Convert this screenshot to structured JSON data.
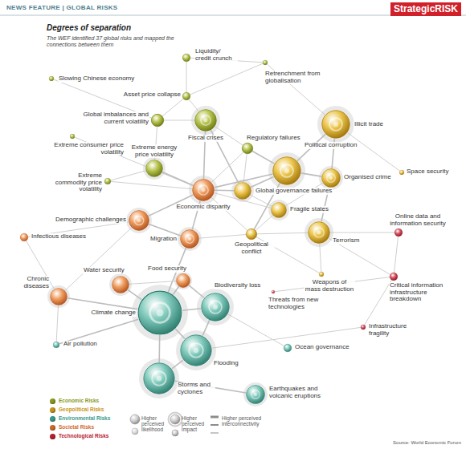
{
  "diagram": {
    "title": "Degrees of separation",
    "caption": "The WEF identified 37 global risks and mapped the connections between them",
    "nodes": [
      {
        "text": [
          "Liquidity/ credit crunch"
        ]
      },
      {
        "text": [
          "Asset price collapse"
        ]
      },
      {
        "text": [
          "Slowing Chinese economy"
        ]
      },
      {
        "text": [
          "Retrenchment from globalisation"
        ]
      },
      {
        "text": [
          "Global imbalances and current volatility"
        ]
      },
      {
        "text": [
          "Fiscal crises"
        ]
      },
      {
        "text": [
          "Extreme consumer price volatility"
        ]
      },
      {
        "text": [
          "Extreme energy price volatility"
        ]
      },
      {
        "text": [
          "Extreme commodity price volatility"
        ]
      },
      {
        "text": [
          "Regulatory failures"
        ]
      },
      {
        "text": [
          "Economic disparity"
        ]
      },
      {
        "text": [
          "Illicit trade"
        ]
      },
      {
        "text": [
          "Political corruption"
        ]
      },
      {
        "text": [
          "Organised crime"
        ]
      },
      {
        "text": [
          "Global governance failures"
        ]
      },
      {
        "text": [
          "Fragile states"
        ]
      },
      {
        "text": [
          "Geopolitical conflict"
        ]
      },
      {
        "text": [
          "Terrorism"
        ]
      },
      {
        "text": [
          "Weapons of mass destruction"
        ]
      },
      {
        "text": [
          "Space security"
        ]
      },
      {
        "text": [
          "Online data and information security"
        ]
      },
      {
        "text": [
          "Critical information infrastructure breakdown"
        ]
      },
      {
        "text": [
          "Threats from new technologies"
        ]
      },
      {
        "text": [
          "Infrastructure fragility"
        ]
      },
      {
        "text": [
          "Demographic challenges"
        ]
      },
      {
        "text": [
          "Migration"
        ]
      },
      {
        "text": [
          "Infectious diseases"
        ]
      },
      {
        "text": [
          "Chronic diseases"
        ]
      },
      {
        "text": [
          "Water security"
        ]
      },
      {
        "text": [
          "Food security"
        ]
      },
      {
        "text": [
          "Biodiversity loss"
        ]
      },
      {
        "text": [
          "Climate change"
        ]
      },
      {
        "text": [
          "Air pollution"
        ]
      },
      {
        "text": [
          "Flooding"
        ]
      },
      {
        "text": [
          "Storms and cyclones"
        ]
      },
      {
        "text": [
          "Ocean governance"
        ]
      },
      {
        "text": [
          "Earthquakes and volcanic eruptions"
        ]
      }
    ],
    "edges": [
      {
        "from": 0,
        "to": 1,
        "arrow": "none"
      },
      {
        "from": 0,
        "to": 3,
        "arrow": "none"
      },
      {
        "from": 1,
        "to": 3,
        "arrow": "none"
      },
      {
        "from": 1,
        "to": 4,
        "arrow": "none"
      },
      {
        "from": 1,
        "to": 5,
        "arrow": "none"
      },
      {
        "from": 2,
        "to": 4,
        "arrow": "none"
      },
      {
        "from": 4,
        "to": 5,
        "arrow": "none"
      },
      {
        "from": 4,
        "to": 7,
        "arrow": "none"
      },
      {
        "from": 5,
        "to": 9,
        "arrow": "none"
      },
      {
        "from": 5,
        "to": 10,
        "arrow": "none"
      },
      {
        "from": 5,
        "to": 14,
        "arrow": "none"
      },
      {
        "from": 6,
        "to": 10,
        "arrow": "none"
      },
      {
        "from": 7,
        "to": 10,
        "arrow": "none"
      },
      {
        "from": 7,
        "to": 8,
        "arrow": "none"
      },
      {
        "from": 8,
        "to": 10,
        "arrow": "none"
      },
      {
        "from": 9,
        "to": 10,
        "arrow": "none"
      },
      {
        "from": 9,
        "to": 12,
        "arrow": "none"
      },
      {
        "from": 9,
        "to": 14,
        "arrow": "none"
      },
      {
        "from": 3,
        "to": 11,
        "arrow": "none"
      },
      {
        "from": 11,
        "to": 12,
        "arrow": "none"
      },
      {
        "from": 11,
        "to": 13,
        "arrow": "none"
      },
      {
        "from": 12,
        "to": 13,
        "arrow": "none"
      },
      {
        "from": 12,
        "to": 14,
        "arrow": "none"
      },
      {
        "from": 12,
        "to": 10,
        "arrow": "none"
      },
      {
        "from": 13,
        "to": 15,
        "arrow": "none"
      },
      {
        "from": 13,
        "to": 17,
        "arrow": "none"
      },
      {
        "from": 14,
        "to": 15,
        "arrow": "none"
      },
      {
        "from": 14,
        "to": 10,
        "arrow": "none"
      },
      {
        "from": 15,
        "to": 16,
        "arrow": "none"
      },
      {
        "from": 16,
        "to": 17,
        "arrow": "none"
      },
      {
        "from": 16,
        "to": 18,
        "arrow": "none"
      },
      {
        "from": 17,
        "to": 18,
        "arrow": "none"
      },
      {
        "from": 16,
        "to": 12,
        "arrow": "none"
      },
      {
        "from": 10,
        "to": 15,
        "arrow": "none"
      },
      {
        "from": 10,
        "to": 16,
        "arrow": "none"
      },
      {
        "from": 10,
        "to": 24,
        "arrow": "none"
      },
      {
        "from": 10,
        "to": 25,
        "arrow": "none"
      },
      {
        "from": 24,
        "to": 25,
        "arrow": "none"
      },
      {
        "from": 24,
        "to": 26,
        "arrow": "none"
      },
      {
        "from": 24,
        "to": 27,
        "arrow": "none"
      },
      {
        "from": 25,
        "to": 16,
        "arrow": "none"
      },
      {
        "from": 25,
        "to": 31,
        "arrow": "none"
      },
      {
        "from": 26,
        "to": 27,
        "arrow": "none"
      },
      {
        "from": 27,
        "to": 31,
        "arrow": "none"
      },
      {
        "from": 27,
        "to": 32,
        "arrow": "none"
      },
      {
        "from": 28,
        "to": 31,
        "arrow": "none"
      },
      {
        "from": 28,
        "to": 29,
        "arrow": "none"
      },
      {
        "from": 29,
        "to": 31,
        "arrow": "none"
      },
      {
        "from": 29,
        "to": 30,
        "arrow": "none"
      },
      {
        "from": 30,
        "to": 31,
        "arrow": "none"
      },
      {
        "from": 30,
        "to": 33,
        "arrow": "none"
      },
      {
        "from": 31,
        "to": 33,
        "arrow": "none"
      },
      {
        "from": 31,
        "to": 34,
        "arrow": "none"
      },
      {
        "from": 31,
        "to": 32,
        "arrow": "none"
      },
      {
        "from": 33,
        "to": 34,
        "arrow": "none"
      },
      {
        "from": 34,
        "to": 36,
        "arrow": "none"
      },
      {
        "from": 30,
        "to": 35,
        "arrow": "none"
      },
      {
        "from": 17,
        "to": 21,
        "arrow": "none"
      },
      {
        "from": 20,
        "to": 21,
        "arrow": "none"
      },
      {
        "from": 20,
        "to": 17,
        "arrow": "none"
      },
      {
        "from": 21,
        "to": 23,
        "arrow": "none"
      },
      {
        "from": 22,
        "to": 21,
        "arrow": "none"
      },
      {
        "from": 19,
        "to": 11,
        "arrow": "none"
      },
      {
        "from": 23,
        "to": 33,
        "arrow": "none"
      }
    ],
    "labels": [
      "NEWS FEATURE | GLOBAL RISKS",
      "StrategicRISK",
      "Higher perceived likelihood",
      "Higher perceived impact",
      "Higher perceived interconnectivity",
      "Source: World Economic Forum"
    ],
    "legend": [
      {
        "text": "Economic Risks",
        "color": "#8a9a1e"
      },
      {
        "text": "Geopolitical Risks",
        "color": "#c9961a"
      },
      {
        "text": "Environmental Risks",
        "color": "#3a9c8c"
      },
      {
        "text": "Societal Risks",
        "color": "#d2692a"
      },
      {
        "text": "Technological Risks",
        "color": "#b8202e"
      }
    ]
  }
}
